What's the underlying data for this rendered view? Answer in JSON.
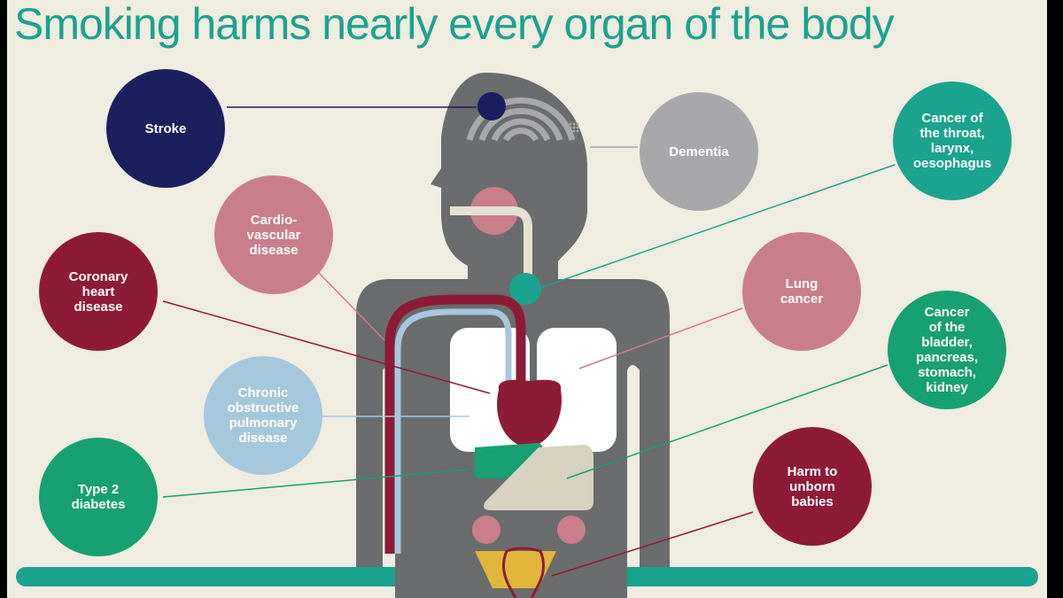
{
  "title": "Smoking harms nearly every organ of the body",
  "colors": {
    "teal": "#1aa38e",
    "navy": "#1b1f5e",
    "grey": "#a8a8ab",
    "body": "#6a6c6d",
    "pink": "#c97e8c",
    "crimson": "#8d1b37",
    "light_blue": "#a6c8dd",
    "green": "#17a072",
    "beige": "#d6d2bd",
    "background": "#efece2"
  },
  "labels": {
    "stroke": "Stroke",
    "dementia": "Dementia",
    "throat": "Cancer of\nthe throat,\nlarynx,\noesophagus",
    "cardio": "Cardio-\nvascular\ndisease",
    "coronary": "Coronary\nheart\ndisease",
    "lung": "Lung\ncancer",
    "bladder": "Cancer\nof the\nbladder,\npancreas,\nstomach,\nkidney",
    "copd": "Chronic\nobstructive\npulmonary\ndisease",
    "diabetes": "Type 2\ndiabetes",
    "unborn": "Harm to\nunborn\nbabies"
  }
}
